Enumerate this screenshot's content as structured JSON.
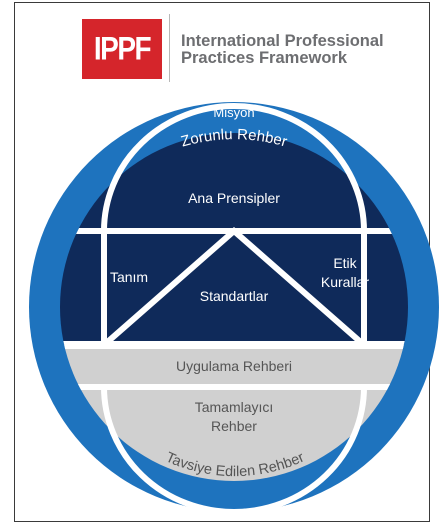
{
  "logo": {
    "text": "IPPF",
    "color": "#d5252b"
  },
  "header": {
    "line1": "International Professional",
    "line2": "Practices Framework"
  },
  "diagram": {
    "ring_labels": {
      "mission": "Misyon",
      "mandatory": "Zorunlu Rehber",
      "recommended": "Tavsiye Edilen Rehber"
    },
    "mandatory_parts": {
      "core_principles": "Ana Prensipler",
      "definition": "Tanım",
      "standards": "Standartlar",
      "ethics_line1": "Etik",
      "ethics_line2": "Kurallar"
    },
    "recommended_parts": {
      "implementation": "Uygulama Rehberi",
      "supplemental_line1": "Tamamlayıcı",
      "supplemental_line2": "Rehber"
    },
    "colors": {
      "outer_ring": "#1e73be",
      "mandatory": "#0f2a5a",
      "recommended": "#d0d0d0",
      "divider": "#ffffff"
    }
  }
}
